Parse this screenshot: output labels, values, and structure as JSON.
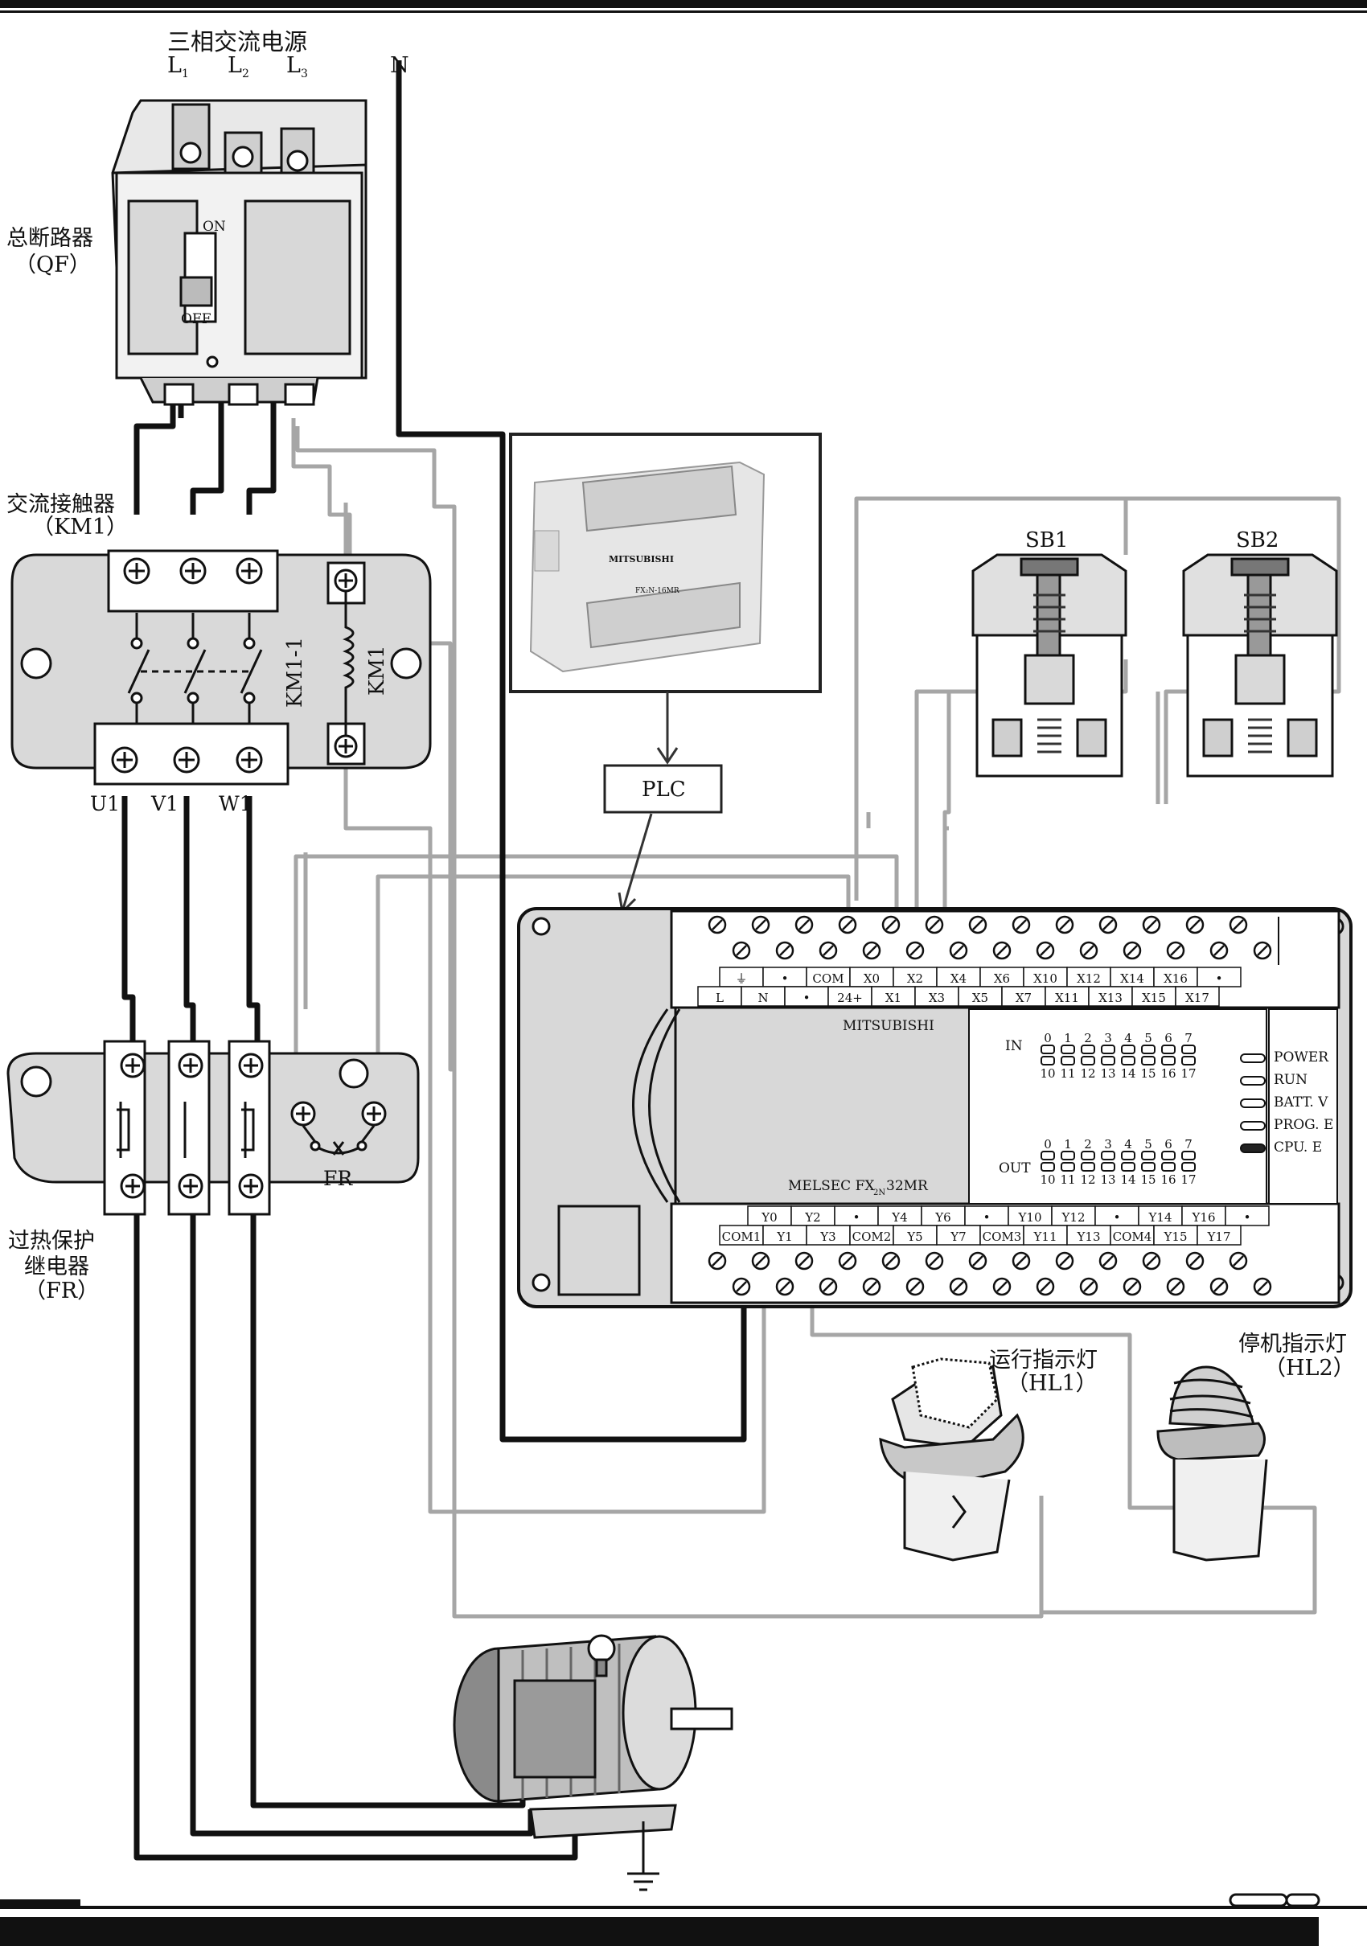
{
  "supply": {
    "title": "三相交流电源",
    "l1": "L",
    "l1_sub": "1",
    "l2": "L",
    "l2_sub": "2",
    "l3": "L",
    "l3_sub": "3",
    "neutral": "N"
  },
  "breaker": {
    "name": "总断路器",
    "code": "（QF）",
    "on": "ON",
    "off": "OFF"
  },
  "contactor": {
    "name": "交流接触器",
    "code": "（KM1）",
    "contact_label": "KM1-1",
    "coil_label": "KM1",
    "out_u": "U1",
    "out_v": "V1",
    "out_w": "W1"
  },
  "relay": {
    "name_line1": "过热保护",
    "name_line2": "继电器",
    "code": "（FR）",
    "tag": "FR"
  },
  "plc_photo": {
    "brand": "MITSUBISHI",
    "model": "FX₂N-16MR"
  },
  "plc_box": {
    "label": "PLC"
  },
  "plc": {
    "brand": "MITSUBISHI",
    "model_main": "MELSEC FX",
    "model_sub": "2N",
    "model_end": "32MR",
    "in_label": "IN",
    "out_label": "OUT",
    "led_row1": [
      "0",
      "1",
      "2",
      "3",
      "4",
      "5",
      "6",
      "7"
    ],
    "led_row2": [
      "10",
      "11",
      "12",
      "13",
      "14",
      "15",
      "16",
      "17"
    ],
    "status": [
      "POWER",
      "RUN",
      "BATT. V",
      "PROG. E",
      "CPU. E"
    ],
    "top_row1": [
      "⏚",
      "•",
      "COM",
      "X0",
      "X2",
      "X4",
      "X6",
      "X10",
      "X12",
      "X14",
      "X16",
      "•"
    ],
    "top_row2": [
      "L",
      "N",
      "•",
      "24+",
      "X1",
      "X3",
      "X5",
      "X7",
      "X11",
      "X13",
      "X15",
      "X17"
    ],
    "bottom_row1": [
      "Y0",
      "Y2",
      "•",
      "Y4",
      "Y6",
      "•",
      "Y10",
      "Y12",
      "•",
      "Y14",
      "Y16",
      "•"
    ],
    "bottom_row2": [
      "COM1",
      "Y1",
      "Y3",
      "COM2",
      "Y5",
      "Y7",
      "COM3",
      "Y11",
      "Y13",
      "COM4",
      "Y15",
      "Y17"
    ]
  },
  "buttons": {
    "sb1": "SB1",
    "sb2": "SB2"
  },
  "lamps": {
    "run_name": "运行指示灯",
    "run_code": "（HL1）",
    "stop_name": "停机指示灯",
    "stop_code": "（HL2）"
  }
}
